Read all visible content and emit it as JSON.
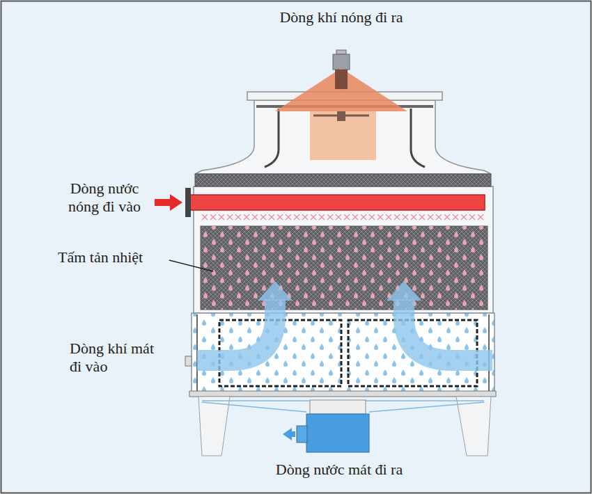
{
  "diagram": {
    "labels": [
      "Dòng khí nóng đi ra",
      "Dòng nước nóng đi vào",
      "Tấm tản nhiệt",
      "Dòng khí mát đi vào",
      "Dòng nước mát đi ra"
    ]
  }
}
